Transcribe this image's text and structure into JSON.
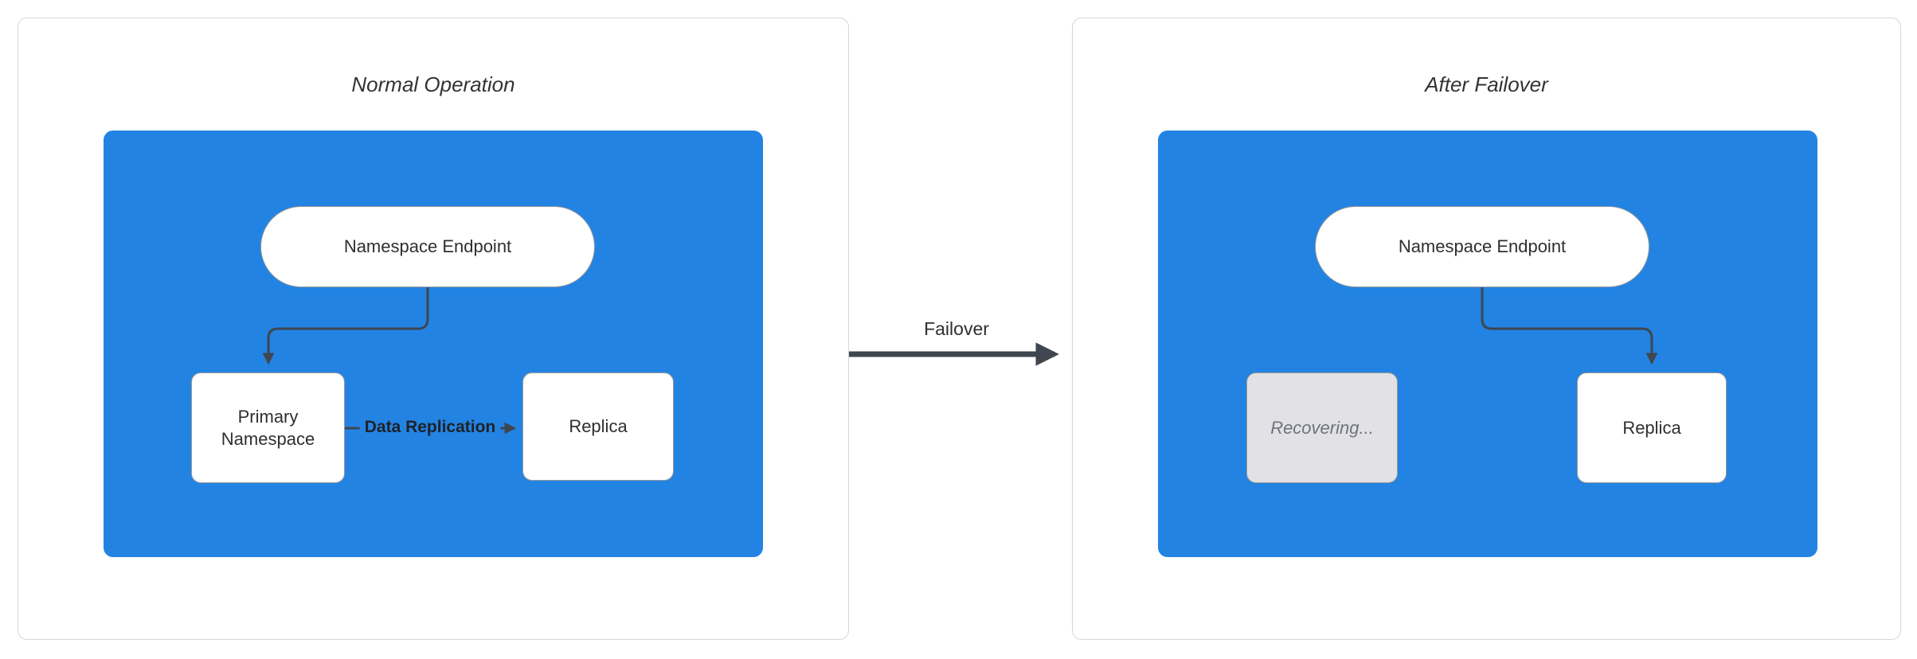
{
  "colors": {
    "blue": "#2383e2",
    "panel_border": "#d6d6d6",
    "box_border": "#9a9a9a",
    "arrow": "#3f4650",
    "gray_fill": "#e2e2e6",
    "gray_text": "#6f737a",
    "text": "#2f2f2f"
  },
  "left": {
    "title": "Normal Operation",
    "endpoint_label": "Namespace Endpoint",
    "primary_label": "Primary Namespace",
    "replica_label": "Replica",
    "replication_label": "Data Replication"
  },
  "center": {
    "failover_label": "Failover"
  },
  "right": {
    "title": "After Failover",
    "endpoint_label": "Namespace Endpoint",
    "recovering_label": "Recovering...",
    "replica_label": "Replica"
  }
}
